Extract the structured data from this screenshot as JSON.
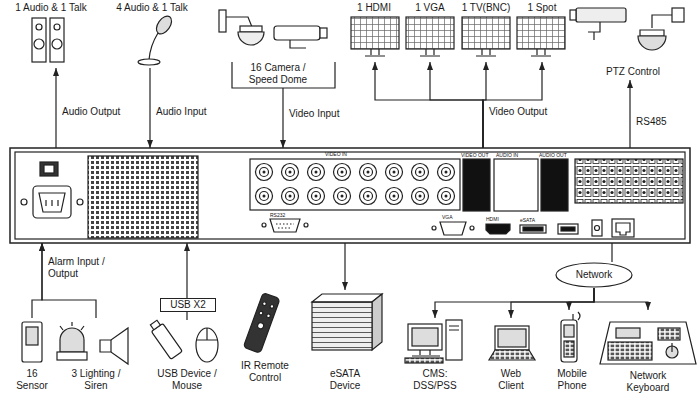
{
  "diagram": {
    "nodes": [
      {
        "text": [
          "1 Audio & 1 Talk"
        ]
      },
      {
        "text": [
          "4 Audio & 1 Talk"
        ]
      },
      {
        "text": [
          "16 Camera / Speed Dome"
        ]
      },
      {
        "text": [
          "1 HDMI"
        ]
      },
      {
        "text": [
          "1 VGA"
        ]
      },
      {
        "text": [
          "1 TV(BNC)"
        ]
      },
      {
        "text": [
          "1 Spot"
        ]
      },
      {
        "text": [
          "PTZ Control"
        ]
      },
      {
        "text": [
          "VIDEO IN",
          "VIDEO OUT",
          "AUDIO IN",
          "AUDIO OUT",
          "RS232",
          "VGA",
          "HDMI",
          "eSATA"
        ]
      },
      {
        "text": [
          "Network"
        ]
      },
      {
        "text": [
          "16 Sensor"
        ]
      },
      {
        "text": [
          "3 Lighting / Siren"
        ]
      },
      {
        "text": [
          "USB Device / Mouse"
        ]
      },
      {
        "text": [
          "IR Remote Control"
        ]
      },
      {
        "text": [
          "eSATA Device"
        ]
      },
      {
        "text": [
          "CMS: DSS/PSS"
        ]
      },
      {
        "text": [
          "Web Client"
        ]
      },
      {
        "text": [
          "Mobile Phone"
        ]
      },
      {
        "text": [
          "Network Keyboard"
        ]
      }
    ],
    "edges": [
      {
        "from": 8,
        "to": 0,
        "arrow": "to",
        "label": "Audio Output"
      },
      {
        "from": 1,
        "to": 8,
        "arrow": "to",
        "label": "Audio Input"
      },
      {
        "from": 2,
        "to": 8,
        "arrow": "to",
        "label": "Video Input"
      },
      {
        "from": 8,
        "to": 3,
        "arrow": "to",
        "label": "Video Output"
      },
      {
        "from": 8,
        "to": 4,
        "arrow": "to"
      },
      {
        "from": 8,
        "to": 5,
        "arrow": "to"
      },
      {
        "from": 8,
        "to": 6,
        "arrow": "to"
      },
      {
        "from": 8,
        "to": 7,
        "arrow": "to",
        "label": "RS485"
      },
      {
        "from": 10,
        "to": 8,
        "arrow": "to",
        "label": "Alarm Input / Output"
      },
      {
        "from": 11,
        "to": 8,
        "arrow": "to"
      },
      {
        "from": 12,
        "to": 8,
        "arrow": "to",
        "label": "USB X2"
      },
      {
        "from": 8,
        "to": 14,
        "arrow": "to"
      },
      {
        "from": 8,
        "to": 9,
        "arrow": "none"
      },
      {
        "from": 9,
        "to": 15,
        "arrow": "to"
      },
      {
        "from": 9,
        "to": 16,
        "arrow": "to"
      },
      {
        "from": 9,
        "to": 17,
        "arrow": "to"
      },
      {
        "from": 9,
        "to": 18,
        "arrow": "to"
      }
    ]
  }
}
